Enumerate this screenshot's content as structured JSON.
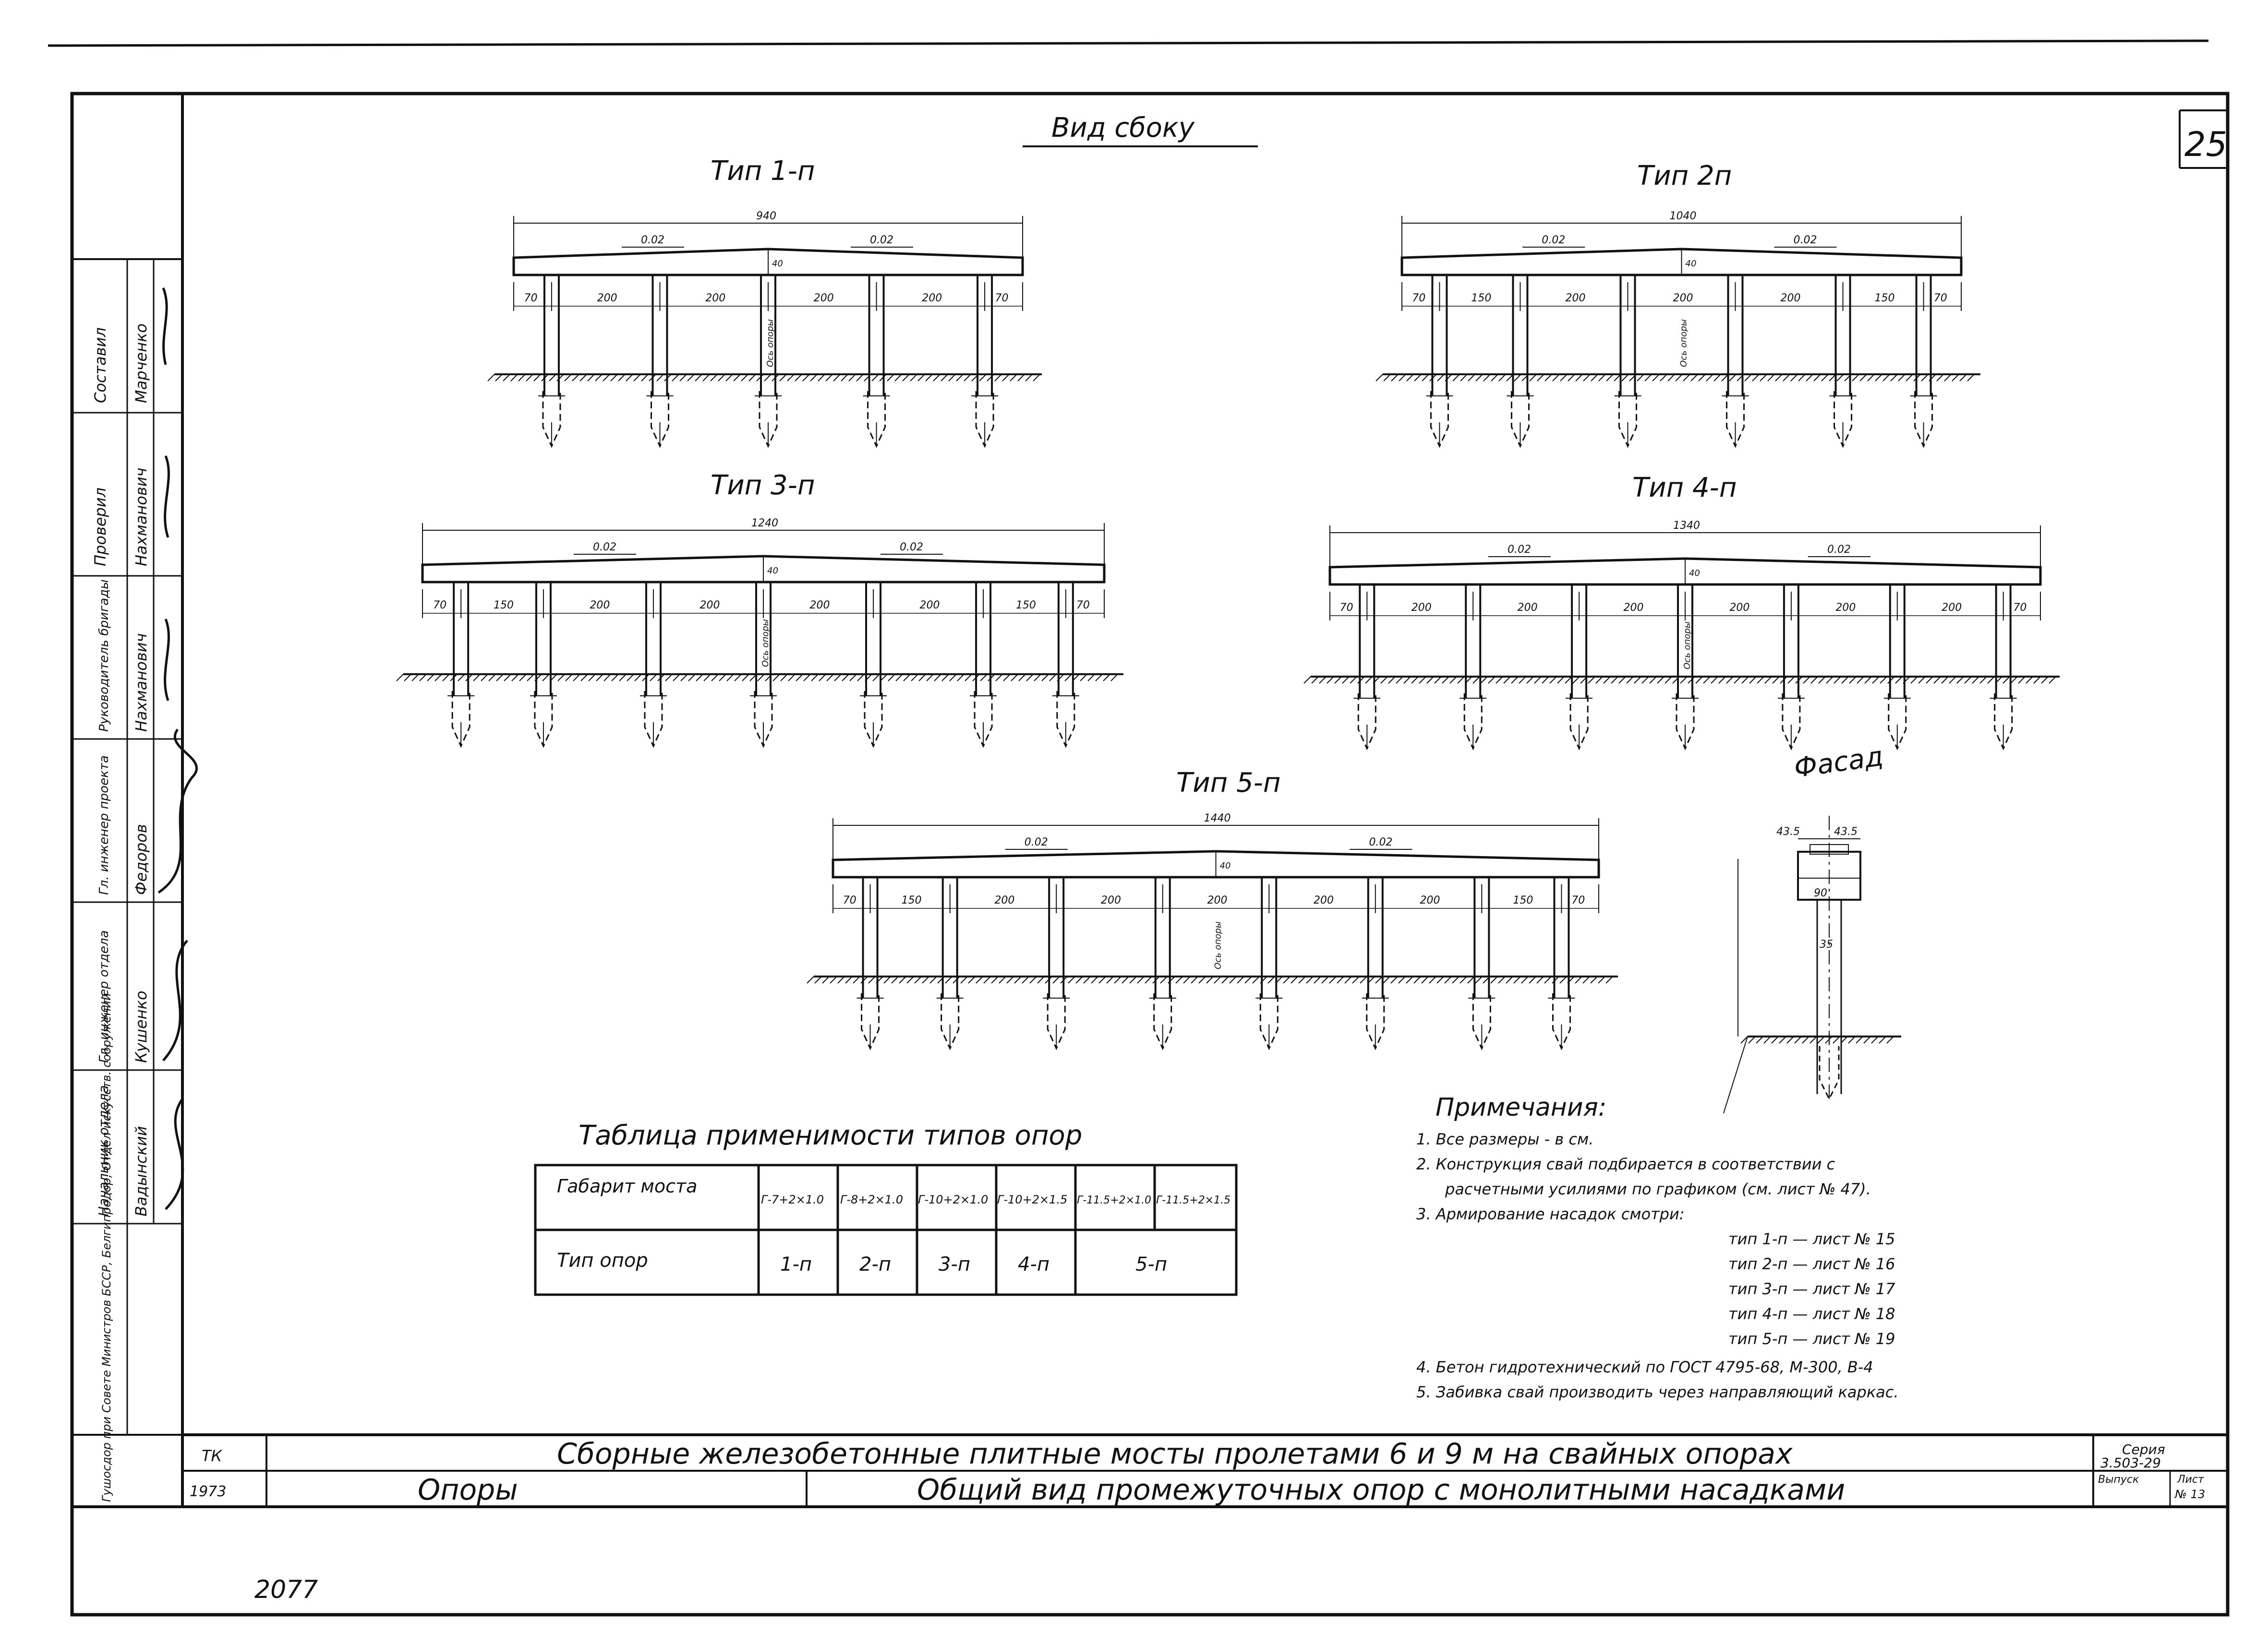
{
  "heading": "Вид сбоку",
  "sheet_number_corner": "25",
  "facade_title": "Фасад",
  "facade_dims": [
    "43.5",
    "43.5",
    "90",
    "35"
  ],
  "bottom_number": "2077",
  "types": [
    {
      "title": "Тип 1-п",
      "total": "940",
      "slopes": [
        "0.02",
        "0.02"
      ],
      "cap_h": "40",
      "spans": [
        "70",
        "200",
        "200",
        "200",
        "200",
        "70"
      ],
      "axis_label": "Ось опоры"
    },
    {
      "title": "Тип 2п",
      "total": "1040",
      "slopes": [
        "0.02",
        "0.02"
      ],
      "cap_h": "40",
      "spans": [
        "70",
        "150",
        "200",
        "200",
        "200",
        "150",
        "70"
      ],
      "axis_label": "Ось опоры"
    },
    {
      "title": "Тип 3-п",
      "total": "1240",
      "slopes": [
        "0.02",
        "0.02"
      ],
      "cap_h": "40",
      "spans": [
        "70",
        "150",
        "200",
        "200",
        "200",
        "200",
        "150",
        "70"
      ],
      "axis_label": "Ось опоры"
    },
    {
      "title": "Тип 4-п",
      "total": "1340",
      "slopes": [
        "0.02",
        "0.02"
      ],
      "cap_h": "40",
      "spans": [
        "70",
        "200",
        "200",
        "200",
        "200",
        "200",
        "200",
        "70"
      ],
      "axis_label": "Ось опоры"
    },
    {
      "title": "Тип 5-п",
      "total": "1440",
      "slopes": [
        "0.02",
        "0.02"
      ],
      "cap_h": "40",
      "spans": [
        "70",
        "150",
        "200",
        "200",
        "200",
        "200",
        "200",
        "150",
        "70"
      ],
      "axis_label": "Ось опоры"
    }
  ],
  "table": {
    "title": "Таблица применимости типов опор",
    "row1_label": "Габарит моста",
    "row2_label": "Тип опор",
    "gabarits": [
      "Г-7+2×1.0",
      "Г-8+2×1.0",
      "Г-10+2×1.0",
      "Г-10+2×1.5",
      "Г-11.5+2×1.0",
      "Г-11.5+2×1.5"
    ],
    "types": [
      "1-п",
      "2-п",
      "3-п",
      "4-п",
      "5-п"
    ]
  },
  "notes": {
    "title": "Примечания:",
    "items": [
      "1. Все размеры - в см.",
      "2. Конструкция свай подбирается в соответствии с",
      "расчетными усилиями по графиком (см. лист № 47).",
      "3. Армирование насадок смотри:",
      "тип 1-п — лист № 15",
      "тип 2-п — лист № 16",
      "тип 3-п — лист № 17",
      "тип 4-п — лист № 18",
      "тип 5-п — лист № 19",
      "4. Бетон гидротехнический по ГОСТ 4795-68, М-300, В-4",
      "5. Забивка свай производить через направляющий каркас."
    ]
  },
  "stamp": {
    "roles": [
      {
        "role": "Составил",
        "name": "Марченко"
      },
      {
        "role": "Проверил",
        "name": "Нахманович"
      },
      {
        "role": "Руководитель бригады",
        "name": "Нахманович"
      },
      {
        "role": "Гл. инженер проекта",
        "name": "Федоров"
      },
      {
        "role": "Гл. инженер отдела",
        "name": "Кушенко"
      },
      {
        "role": "Начальник отдела",
        "name": "Вадынский"
      }
    ],
    "org": "Гушосдор при Совете Министров БССР, Белгипродор, Отдел искусств. сооружений",
    "tk": "ТК",
    "year": "1973",
    "main_title": "Сборные железобетонные плитные мосты пролетами 6 и 9 м на свайных опорах",
    "section": "Опоры",
    "sheet_title": "Общий вид промежуточных опор с монолитными насадками",
    "series_label": "Серия",
    "series_value": "3.503-29",
    "vypusk_label": "Выпуск",
    "list_label": "Лист",
    "list_value": "№ 13"
  }
}
